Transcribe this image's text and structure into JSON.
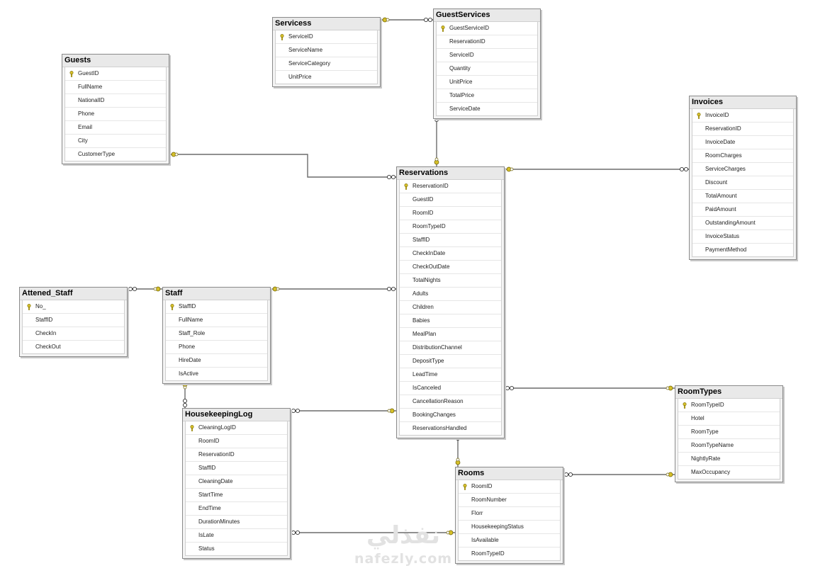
{
  "tables": [
    {
      "name": "Servicess",
      "columns": [
        "ServiceID",
        "ServiceName",
        "ServiceCategory",
        "UnitPrice"
      ]
    },
    {
      "name": "GuestServices",
      "columns": [
        "GuestServiceID",
        "ReservationID",
        "ServiceID",
        "Quantity",
        "UnitPrice",
        "TotalPrice",
        "ServiceDate"
      ]
    },
    {
      "name": "Guests",
      "columns": [
        "GuestID",
        "FullName",
        "NationalID",
        "Phone",
        "Email",
        "City",
        "CustomerType"
      ]
    },
    {
      "name": "Invoices",
      "columns": [
        "InvoiceID",
        "ReservationID",
        "InvoiceDate",
        "RoomCharges",
        "ServiceCharges",
        "Discount",
        "TotalAmount",
        "PaidAmount",
        "OutstandingAmount",
        "InvoiceStatus",
        "PaymentMethod"
      ]
    },
    {
      "name": "Reservations",
      "columns": [
        "ReservationID",
        "GuestID",
        "RoomID",
        "RoomTypeID",
        "StaffID",
        "CheckInDate",
        "CheckOutDate",
        "TotalNights",
        "Adults",
        "Children",
        "Babies",
        "MealPlan",
        "DistributionChannel",
        "DepositType",
        "LeadTime",
        "IsCanceled",
        "CancellationReason",
        "BookingChanges",
        "ReservationsHandled"
      ]
    },
    {
      "name": "Attened_Staff",
      "columns": [
        "No_",
        "StaffID",
        "CheckIn",
        "CheckOut"
      ]
    },
    {
      "name": "Staff",
      "columns": [
        "StaffID",
        "FullName",
        "Staff_Role",
        "Phone",
        "HireDate",
        "IsActive"
      ]
    },
    {
      "name": "HousekeepingLog",
      "columns": [
        "CleaningLogID",
        "RoomID",
        "ReservationID",
        "StaffID",
        "CleaningDate",
        "StartTime",
        "EndTime",
        "DurationMinutes",
        "IsLate",
        "Status"
      ]
    },
    {
      "name": "RoomTypes",
      "columns": [
        "RoomTypeID",
        "Hotel",
        "RoomType",
        "RoomTypeName",
        "NightlyRate",
        "MaxOccupancy"
      ]
    },
    {
      "name": "Rooms",
      "columns": [
        "RoomID",
        "RoomNumber",
        "Florr",
        "HousekeepingStatus",
        "IsAvailable",
        "RoomTypeID"
      ]
    }
  ],
  "relationships": [
    {
      "from": "GuestServices",
      "to": "Servicess"
    },
    {
      "from": "GuestServices",
      "to": "Reservations"
    },
    {
      "from": "Reservations",
      "to": "Guests"
    },
    {
      "from": "Invoices",
      "to": "Reservations"
    },
    {
      "from": "Reservations",
      "to": "Staff"
    },
    {
      "from": "Attened_Staff",
      "to": "Staff"
    },
    {
      "from": "HousekeepingLog",
      "to": "Staff"
    },
    {
      "from": "HousekeepingLog",
      "to": "Reservations"
    },
    {
      "from": "HousekeepingLog",
      "to": "Rooms"
    },
    {
      "from": "Reservations",
      "to": "Rooms"
    },
    {
      "from": "Reservations",
      "to": "RoomTypes"
    },
    {
      "from": "Rooms",
      "to": "RoomTypes"
    }
  ],
  "watermark": {
    "arabic": "نفذلي",
    "latin": "nafezly.com"
  },
  "colors": {
    "key": "#d6c02a",
    "line": "#6b6b6b"
  }
}
